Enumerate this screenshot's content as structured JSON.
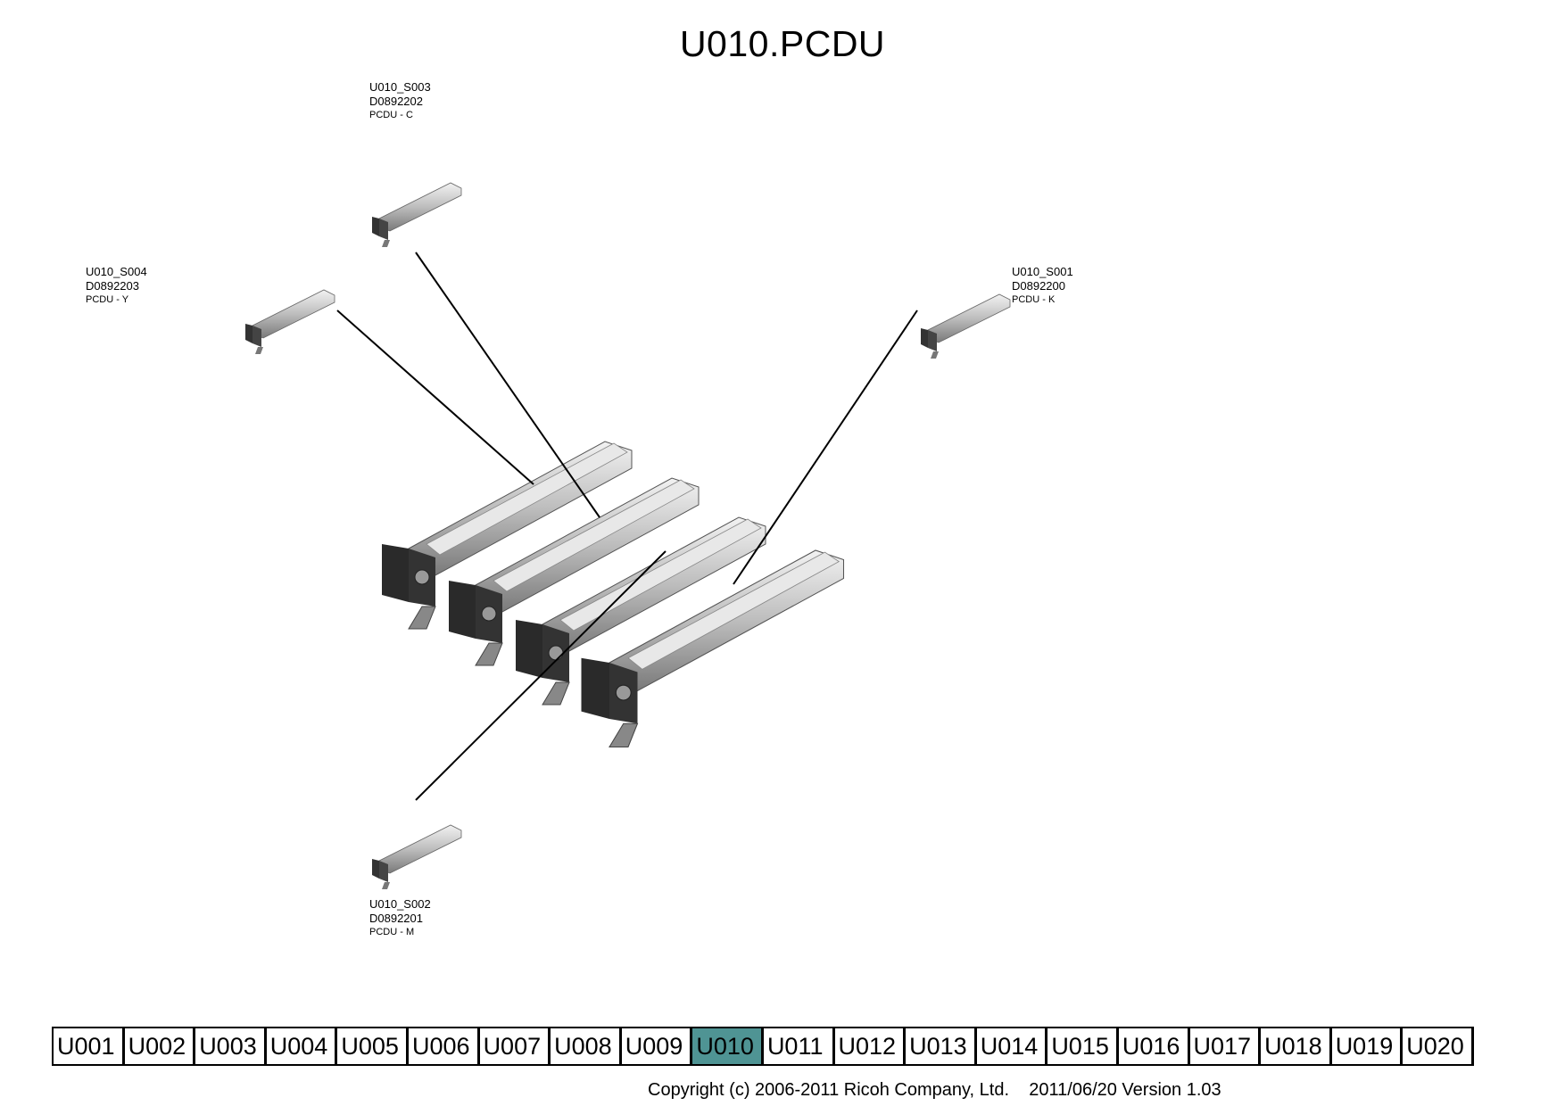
{
  "page": {
    "title": "U010.PCDU"
  },
  "callouts": [
    {
      "id": "U010_S003",
      "part_no": "D0892202",
      "name": "PCDU - C"
    },
    {
      "id": "U010_S004",
      "part_no": "D0892203",
      "name": "PCDU - Y"
    },
    {
      "id": "U010_S001",
      "part_no": "D0892200",
      "name": "PCDU - K"
    },
    {
      "id": "U010_S002",
      "part_no": "D0892201",
      "name": "PCDU - M"
    }
  ],
  "nav": {
    "active": "U010",
    "active_color": "#4f9494",
    "tabs": [
      "U001",
      "U002",
      "U003",
      "U004",
      "U005",
      "U006",
      "U007",
      "U008",
      "U009",
      "U010",
      "U011",
      "U012",
      "U013",
      "U014",
      "U015",
      "U016",
      "U017",
      "U018",
      "U019",
      "U020"
    ]
  },
  "footer": {
    "copyright": "Copyright (c) 2006-2011 Ricoh Company, Ltd.",
    "version": "2011/06/20 Version 1.03"
  }
}
